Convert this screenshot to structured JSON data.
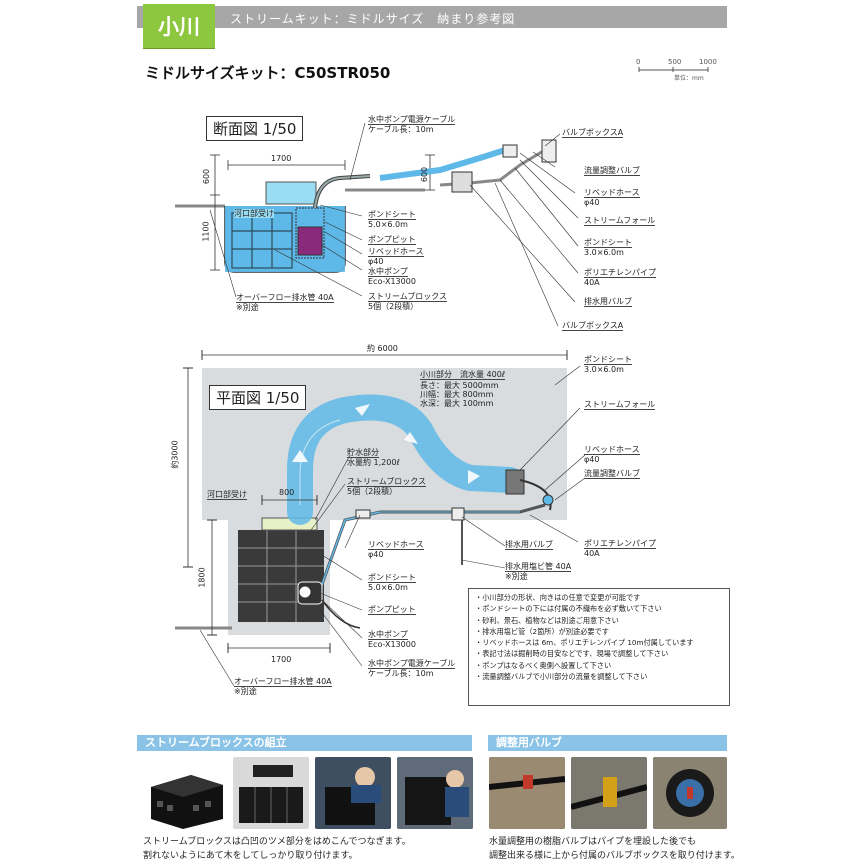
{
  "header": {
    "tag": "小川",
    "title": "ストリームキット：ミドルサイズ　納まり参考図"
  },
  "kit_title": "ミドルサイズキット：C50STR050",
  "scale": {
    "ticks": [
      "0",
      "500",
      "1000"
    ],
    "unit": "単位：mm"
  },
  "section": {
    "title": "断面図 1/50",
    "dims": {
      "width": "1700",
      "height1": "600",
      "height2": "1100",
      "height3": "600"
    },
    "labels": {
      "cable": "水中ポンプ電源ケーブル",
      "cable_len": "ケーブル長：10m",
      "valve_box_a": "バルブボックスA",
      "flow_valve": "流量調整バルブ",
      "rivet_hose": "リベッドホース",
      "rivet_hose_size": "φ40",
      "stream_fall": "ストリームフォール",
      "pond_sheet2": "ポンドシート",
      "pond_sheet2_size": "3.0×6.0m",
      "poly_pipe": "ポリエチレンパイプ",
      "poly_pipe_size": "40A",
      "drain_valve": "排水用バルブ",
      "valve_box_a2": "バルブボックスA",
      "river_mouth": "河口部受け",
      "pond_sheet": "ポンドシート",
      "pond_sheet_size": "5.0×6.0m",
      "pump_pit": "ポンプピット",
      "rivet_hose_l": "リベッドホース",
      "rivet_hose_l_size": "φ40",
      "pump": "水中ポンプ",
      "pump_model": "Eco-X13000",
      "stream_blocks": "ストリームブロックス",
      "stream_blocks_n": "5個（2段積）",
      "overflow": "オーバーフロー排水管 40A",
      "overflow_note": "※別途"
    }
  },
  "plan": {
    "title": "平面図 1/50",
    "dims": {
      "width": "約 6000",
      "height": "約3000",
      "block_w": "800",
      "bottom_w": "1700",
      "bottom_h": "1800"
    },
    "labels": {
      "river": "小川部分　流水量 400ℓ",
      "river_len": "長さ：最大 5000mm",
      "river_width": "川幅：最大 800mm",
      "river_depth": "水深：最大 100mm",
      "storage": "貯水部分",
      "storage_vol": "水量約 1,200ℓ",
      "stream_blocks": "ストリームブロックス",
      "stream_blocks_n": "5個（2段積）",
      "river_mouth": "河口部受け",
      "pond_sheet": "ポンドシート",
      "pond_sheet_size": "3.0×6.0m",
      "stream_fall": "ストリームフォール",
      "rivet_hose": "リベッドホース",
      "rivet_hose_size": "φ40",
      "flow_valve": "流量調整バルブ",
      "poly_pipe": "ポリエチレンパイプ",
      "poly_pipe_size": "40A",
      "drain_valve": "排水用バルブ",
      "drain_pipe": "排水用塩ビ管 40A",
      "drain_pipe_note": "※別途",
      "rivet_hose_l": "リベッドホース",
      "rivet_hose_l_size": "φ40",
      "pond_sheet_l": "ポンドシート",
      "pond_sheet_l_size": "5.0×6.0m",
      "pump_pit": "ポンプピット",
      "pump": "水中ポンプ",
      "pump_model": "Eco-X13000",
      "cable": "水中ポンプ電源ケーブル",
      "cable_len": "ケーブル長：10m",
      "overflow": "オーバーフロー排水管 40A",
      "overflow_note": "※別途"
    }
  },
  "notes": [
    "・小川部分の形状、向きはの任意で変更が可能です",
    "・ポンドシートの下には付属の不織布を必ず敷いて下さい",
    "・砂利、景石、植物などは別途ご用意下さい",
    "・排水用塩ビ管（2箇所）が別途必要です",
    "・リベッドホースは 6m、ポリエチレンパイプ 10m付属しています",
    "・表記寸法は掘削時の目安などです、現場で調整して下さい",
    "・ポンプはなるべく奥側へ設置して下さい",
    "・流量調整バルブで小川部分の流量を調整して下さい"
  ],
  "assembly": {
    "heading": "ストリームブロックスの組立",
    "caption1": "ストリームブロックスは凸凹のツメ部分をはめこんでつなぎます。",
    "caption2": "割れないようにあて木をしてしっかり取り付けます。"
  },
  "valve": {
    "heading": "調整用バルブ",
    "caption1": "水量調整用の樹脂バルブはパイプを埋設した後でも",
    "caption2": "調整出来る様に上から付属のバルブボックスを取り付けます。"
  },
  "colors": {
    "accent_green": "#8dc63f",
    "header_gray": "#a7a7a7",
    "section_blue": "#8bc3e6",
    "water": "#5fb9e8"
  }
}
